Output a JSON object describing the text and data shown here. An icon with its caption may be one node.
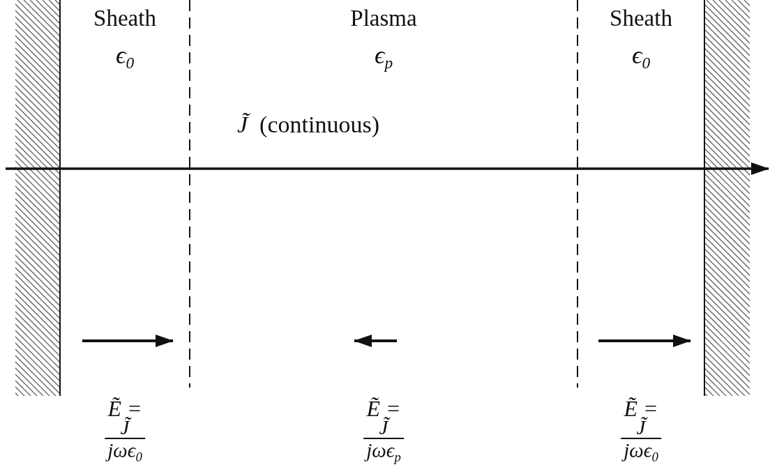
{
  "diagram": {
    "nodes": [
      {
        "text": [
          "Sheath",
          "ϵ$_{0}$",
          "Ẽ =",
          "J̃",
          "jωϵ$_{0}$"
        ]
      },
      {
        "text": [
          "Plasma",
          "ϵ$_{p}$",
          "Ẽ =",
          "J̃",
          "jωϵ$_{p}$"
        ]
      },
      {
        "text": [
          "Sheath",
          "ϵ$_{0}$",
          "Ẽ =",
          "J̃",
          "jωϵ$_{0}$"
        ]
      }
    ],
    "labels": [
      "*J̃*  (continuous)"
    ]
  }
}
